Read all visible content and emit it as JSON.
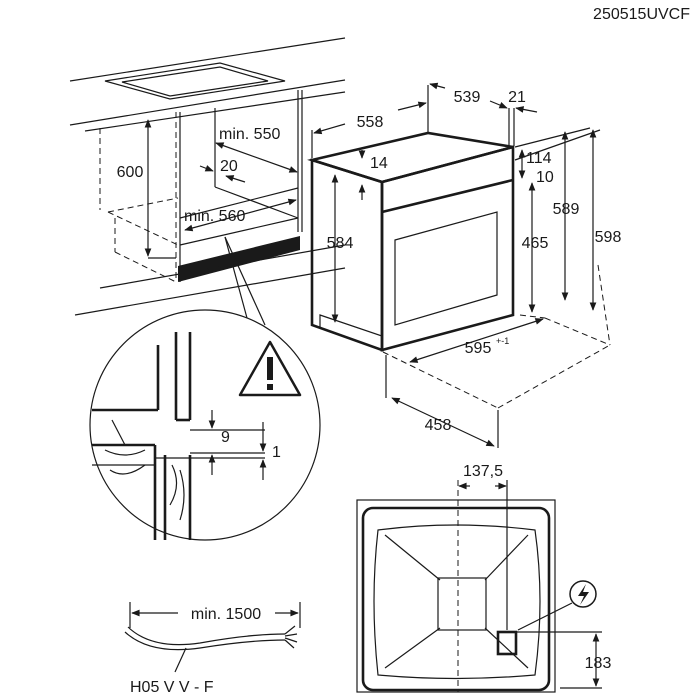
{
  "model_code": "250515UVCF",
  "dimensions": {
    "cabinet_height": "600",
    "cabinet_depth_min": "min. 550",
    "cabinet_gap": "20",
    "cabinet_width_min": "min. 560",
    "oven_depth": "558",
    "oven_body_depth": "539",
    "front_thickness": "21",
    "top_offset": "14",
    "panel_height": "114",
    "panel_gap": "10",
    "oven_side_height": "584",
    "door_height": "465",
    "body_height": "589",
    "total_height": "598",
    "width": "595",
    "width_tolerance": "+-1",
    "base_depth": "458",
    "detail_gap_top": "9",
    "detail_gap_bottom": "1",
    "socket_offset_x": "137,5",
    "socket_height": "183",
    "cable_length": "min. 1500",
    "cable_type": "H05 V V - F"
  },
  "icons": [
    "warning-triangle-icon",
    "electric-lightning-icon"
  ]
}
